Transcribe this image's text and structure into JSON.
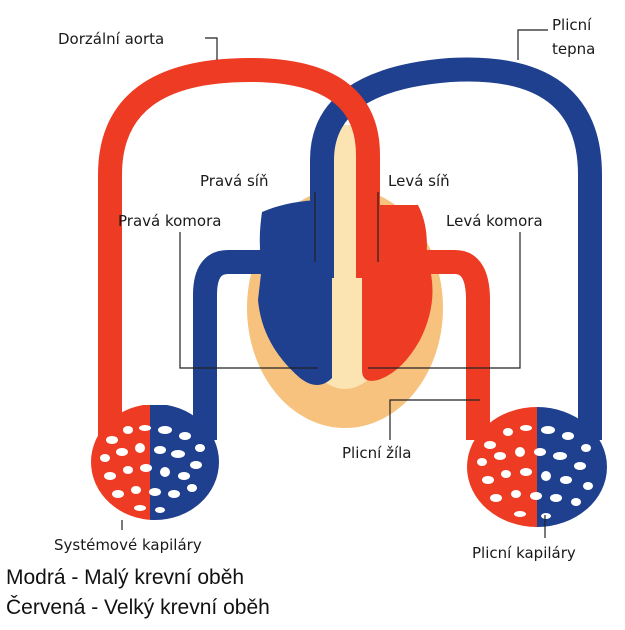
{
  "labels": {
    "dorsal_aorta": "Dorzální aorta",
    "pulmonary_artery_line1": "Plicní",
    "pulmonary_artery_line2": "tepna",
    "right_atrium": "Pravá síň",
    "left_atrium": "Levá síň",
    "right_ventricle": "Pravá komora",
    "left_ventricle": "Levá komora",
    "pulmonary_vein": "Plicní žíla",
    "systemic_capillaries": "Systémové kapiláry",
    "pulmonary_capillaries": "Plicní kapiláry"
  },
  "legend": {
    "blue": "Modrá - Malý krevní oběh",
    "red": "Červená - Velký krevní oběh"
  },
  "colors": {
    "oxygenated_red": "#ee3b24",
    "deoxygenated_blue": "#1f3f8f",
    "heart_wall": "#f6c27e",
    "septum": "#fbe3b2"
  }
}
